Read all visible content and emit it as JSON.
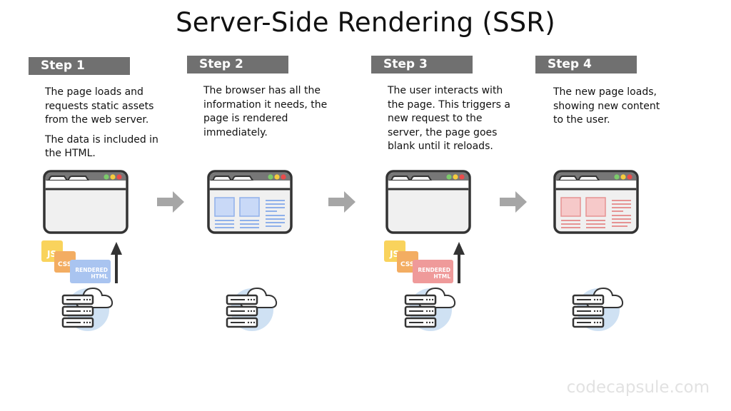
{
  "title": "Server-Side Rendering (SSR)",
  "steps": [
    {
      "label": "Step 1",
      "paragraphs": [
        "The page loads and requests static assets from the web server.",
        "The data is included in the HTML."
      ],
      "browser_state": "blank",
      "assets": {
        "js": "JS",
        "css": "CSS",
        "html": "RENDERED HTML",
        "html_color": "#a9c4f0"
      }
    },
    {
      "label": "Step 2",
      "paragraphs": [
        "The browser has all the information it needs, the page is rendered immediately."
      ],
      "browser_state": "content-blue"
    },
    {
      "label": "Step 3",
      "paragraphs": [
        "The user interacts with the page. This triggers a new request to the server, the page goes blank until it reloads."
      ],
      "browser_state": "blank",
      "assets": {
        "js": "JS",
        "css": "CSS",
        "html": "RENDERED HTML",
        "html_color": "#ef9a9a"
      }
    },
    {
      "label": "Step 4",
      "paragraphs": [
        "The new page loads, showing new content to the user."
      ],
      "browser_state": "content-red"
    }
  ],
  "colors": {
    "badge": "#707070",
    "js": "#f9d35c",
    "css": "#f3ad62",
    "content_blue_fill": "#c9d9f7",
    "content_blue_stroke": "#8fb0ea",
    "content_red_fill": "#f6c9c9",
    "content_red_stroke": "#e69393",
    "dot_green": "#7ccb6a",
    "dot_yellow": "#f5cc3d",
    "dot_red": "#ea4b4b",
    "server_circle": "#cfe1f3"
  },
  "watermark": "codecapsule.com"
}
